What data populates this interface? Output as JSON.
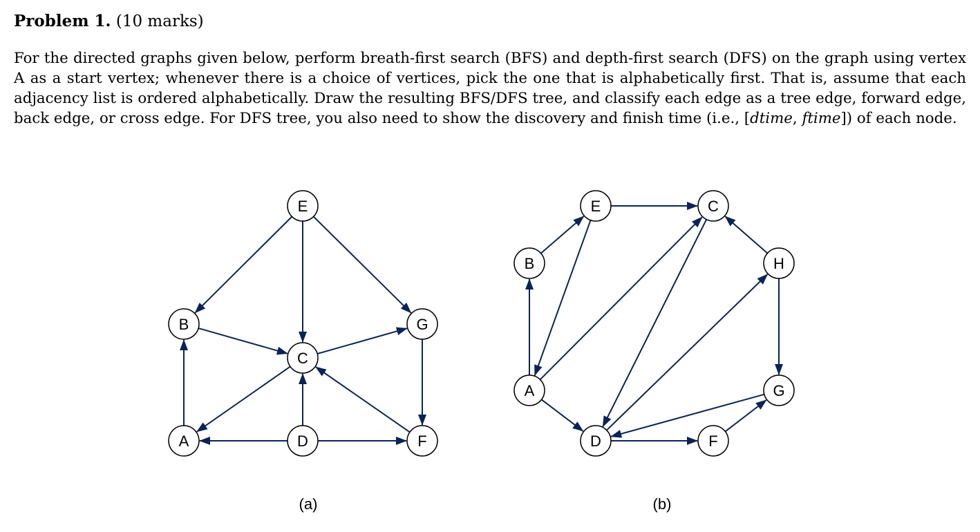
{
  "problem": {
    "label": "Problem 1.",
    "marks": "(10 marks)",
    "text_part1": "For the directed graphs given below, perform breath-first search (BFS) and depth-first search (DFS) on the graph using vertex A as a start vertex; whenever there is a choice of vertices, pick the one that is alphabetically first. That is, assume that each adjacency list is ordered alphabetically. Draw the resulting BFS/DFS tree, and classify each edge as a tree edge, forward edge, back edge, or cross edge. For DFS tree, you also need to show the discovery and finish time (i.e., [",
    "math_dtime": "dtime",
    "math_sep": ", ",
    "math_ftime": "ftime",
    "text_part2": "]) of each node."
  },
  "colors": {
    "edge": "#0b2456",
    "node_stroke": "#000000",
    "node_fill": "#ffffff"
  },
  "graphs": [
    {
      "id": "a",
      "caption": "(a)",
      "nodes": [
        "A",
        "B",
        "C",
        "D",
        "E",
        "F",
        "G"
      ],
      "edges": [
        [
          "E",
          "B"
        ],
        [
          "E",
          "C"
        ],
        [
          "E",
          "G"
        ],
        [
          "B",
          "C"
        ],
        [
          "C",
          "G"
        ],
        [
          "G",
          "F"
        ],
        [
          "C",
          "A"
        ],
        [
          "A",
          "B"
        ],
        [
          "D",
          "C"
        ],
        [
          "D",
          "A"
        ],
        [
          "D",
          "F"
        ],
        [
          "F",
          "C"
        ]
      ]
    },
    {
      "id": "b",
      "caption": "(b)",
      "nodes": [
        "A",
        "B",
        "C",
        "D",
        "E",
        "F",
        "G",
        "H"
      ],
      "edges": [
        [
          "B",
          "E"
        ],
        [
          "E",
          "C"
        ],
        [
          "E",
          "A"
        ],
        [
          "A",
          "B"
        ],
        [
          "A",
          "C"
        ],
        [
          "A",
          "D"
        ],
        [
          "C",
          "D"
        ],
        [
          "D",
          "H"
        ],
        [
          "H",
          "C"
        ],
        [
          "H",
          "G"
        ],
        [
          "G",
          "D"
        ],
        [
          "D",
          "F"
        ],
        [
          "F",
          "G"
        ]
      ]
    }
  ]
}
